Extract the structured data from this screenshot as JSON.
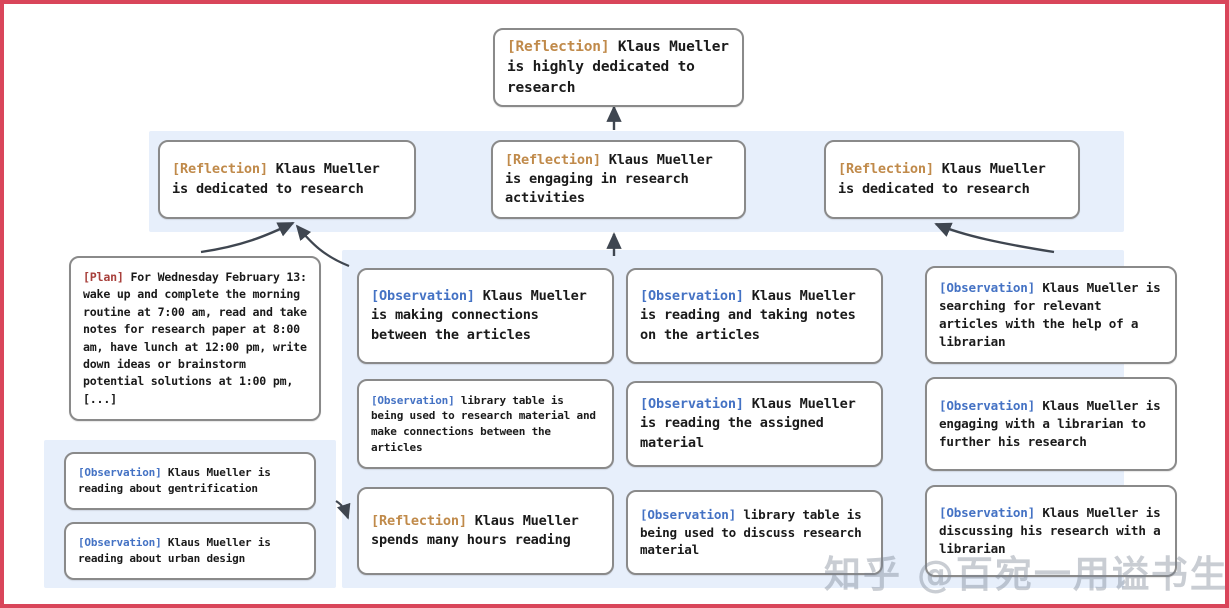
{
  "meta": {
    "accent_border": "#d9455a",
    "panel_bg": "#e7effb",
    "node_border": "#8a8a8a",
    "tag_colors": {
      "reflection": "#c08a4a",
      "observation": "#4472c4",
      "plan": "#a8403c"
    }
  },
  "watermark": {
    "text": "知乎 @百宛一用谥书生"
  },
  "top_node": {
    "tag": "[Reflection]",
    "tag_type": "reflection",
    "text": " Klaus Mueller is highly dedicated to research"
  },
  "reflection_row": [
    {
      "tag": "[Reflection]",
      "tag_type": "reflection",
      "text": " Klaus Mueller is dedicated to research"
    },
    {
      "tag": "[Reflection]",
      "tag_type": "reflection",
      "text": " Klaus Mueller is engaging in research activities"
    },
    {
      "tag": "[Reflection]",
      "tag_type": "reflection",
      "text": " Klaus Mueller is dedicated to research"
    }
  ],
  "plan_node": {
    "tag": "[Plan]",
    "tag_type": "plan",
    "text": " For Wednesday February 13: wake up and complete the morning routine at 7:00 am, read and take notes for research paper at 8:00 am, have lunch at 12:00 pm, write down ideas or brainstorm potential solutions at 1:00 pm, [...]"
  },
  "left_observations": [
    {
      "tag": "[Observation]",
      "tag_type": "observation",
      "text": " Klaus Mueller is reading about gentrification"
    },
    {
      "tag": "[Observation]",
      "tag_type": "observation",
      "text": " Klaus Mueller is reading about urban design"
    }
  ],
  "column_one": [
    {
      "tag": "[Observation]",
      "tag_type": "observation",
      "text": " Klaus Mueller is making connections between the articles"
    },
    {
      "tag": "[Observation]",
      "tag_type": "observation",
      "text": " library table is being used to research material and make connections between the articles"
    },
    {
      "tag": "[Reflection]",
      "tag_type": "reflection",
      "text": " Klaus Mueller spends many hours reading"
    }
  ],
  "column_two": [
    {
      "tag": "[Observation]",
      "tag_type": "observation",
      "text": " Klaus Mueller is reading and taking notes on the articles"
    },
    {
      "tag": "[Observation]",
      "tag_type": "observation",
      "text": " Klaus Mueller is reading the assigned material"
    },
    {
      "tag": "[Observation]",
      "tag_type": "observation",
      "text": " library table is being used to discuss research material"
    }
  ],
  "column_three": [
    {
      "tag": "[Observation]",
      "tag_type": "observation",
      "text": " Klaus Mueller is searching for relevant articles with the help of a librarian"
    },
    {
      "tag": "[Observation]",
      "tag_type": "observation",
      "text": " Klaus Mueller is engaging with a librarian to further his research"
    },
    {
      "tag": "[Observation]",
      "tag_type": "observation",
      "text": " Klaus Mueller is discussing his research with a librarian"
    }
  ]
}
